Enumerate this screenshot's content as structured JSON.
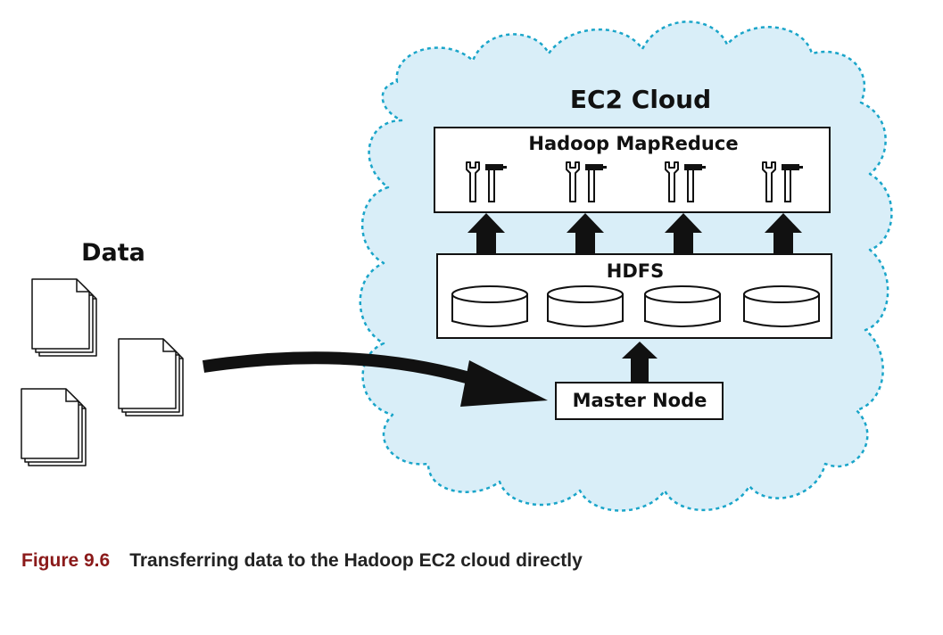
{
  "data_label": "Data",
  "cloud_label": "EC2 Cloud",
  "mapreduce": {
    "label": "Hadoop MapReduce",
    "tool_count": 4,
    "tool_icon": "wrench-hammer-icon"
  },
  "hdfs": {
    "label": "HDFS",
    "disk_count": 4,
    "disk_icon": "disk-cylinder-icon"
  },
  "master_node": {
    "label": "Master Node"
  },
  "caption": {
    "figure": "Figure 9.6",
    "title": "Transferring data to the Hadoop EC2 cloud directly"
  },
  "colors": {
    "cloud_fill": "#d9eef8",
    "cloud_stroke": "#1aa5c9",
    "caption_accent": "#8B1A1A",
    "ink": "#111111"
  }
}
